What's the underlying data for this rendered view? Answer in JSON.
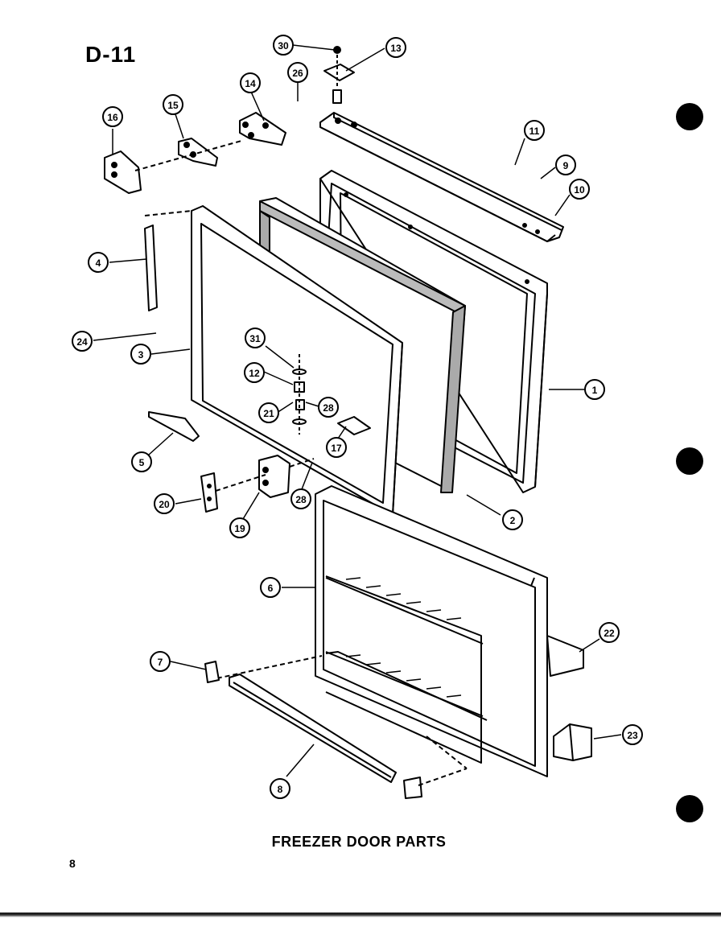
{
  "page": {
    "title": "D-11",
    "caption": "FREEZER DOOR PARTS",
    "page_number": "8"
  },
  "callouts": [
    "30",
    "13",
    "26",
    "14",
    "15",
    "16",
    "11",
    "9",
    "10",
    "4",
    "24",
    "3",
    "31",
    "12",
    "21",
    "28",
    "17",
    "1",
    "5",
    "20",
    "19",
    "28",
    "2",
    "6",
    "22",
    "7",
    "23",
    "8"
  ],
  "colors": {
    "ink": "#000000",
    "paper": "#ffffff"
  }
}
